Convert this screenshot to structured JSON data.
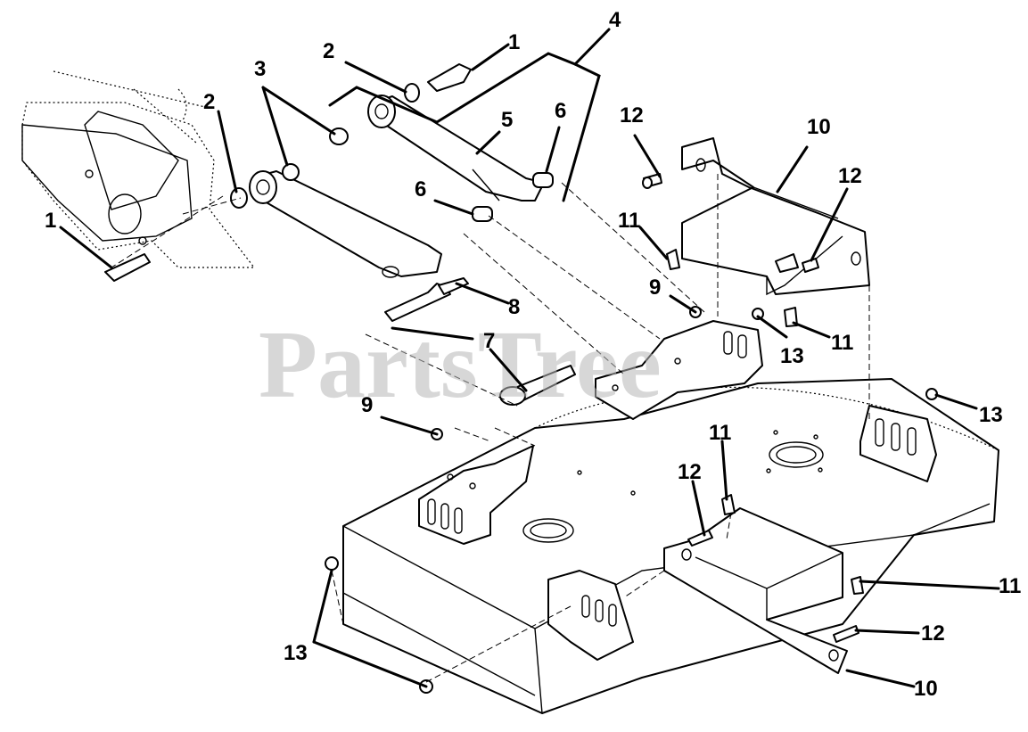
{
  "watermark": "PartsTree",
  "callouts": [
    "1",
    "2",
    "3",
    "2",
    "1",
    "4",
    "5",
    "6",
    "6",
    "7",
    "8",
    "9",
    "9",
    "10",
    "12",
    "12",
    "11",
    "11",
    "13",
    "13",
    "11",
    "12",
    "11",
    "12",
    "13",
    "10"
  ]
}
